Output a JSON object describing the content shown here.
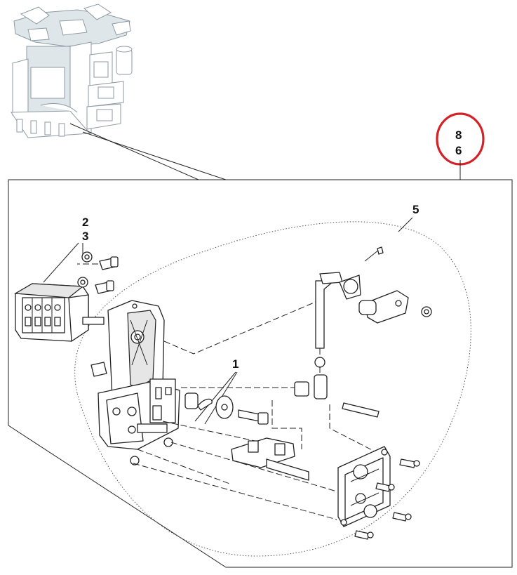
{
  "diagram": {
    "callouts": {
      "part_1": "1",
      "part_2": "2",
      "part_3": "3",
      "part_5": "5",
      "part_8": "8",
      "part_6": "6"
    },
    "colors": {
      "highlight_circle": "#d42127",
      "ink": "#222222",
      "ghost": "#8e9aa3"
    }
  }
}
